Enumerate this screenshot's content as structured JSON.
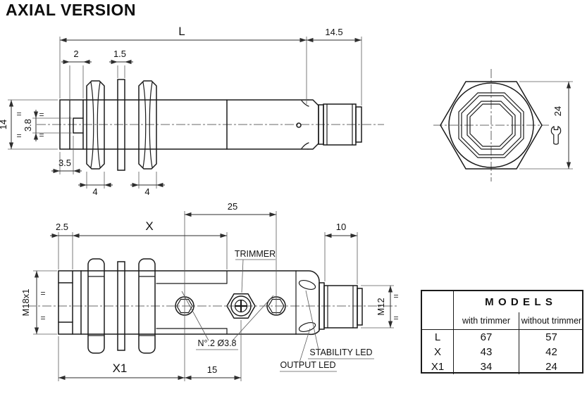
{
  "title": "AXIAL VERSION",
  "colors": {
    "line": "#1a1a1a",
    "dim": "#2e2e2e",
    "background": "#ffffff"
  },
  "top_view": {
    "dim_overall_length": "L",
    "dim_connector_length": "14.5",
    "dim_slot_width": "2",
    "dim_washer_thickness": "1.5",
    "dim_head_height": "14",
    "dim_slot_height": "3.8",
    "dim_face_offset": "3.5",
    "dim_nut1_width": "4",
    "dim_nut2_width": "4",
    "eq_mark": "="
  },
  "end_view": {
    "dim_wrench_size": "24",
    "wrench_icon": "spanner-symbol"
  },
  "bottom_view": {
    "dim_hole_spacing": "25",
    "dim_x": "X",
    "dim_head_offset": "2.5",
    "dim_connector_length": "10",
    "dim_x1": "X1",
    "dim_trimmer_offset": "15",
    "thread_label": "M18x1",
    "connector_label": "M12",
    "trimmer_label": "TRIMMER",
    "holes_label": "N°.2 Ø3.8",
    "stability_led_label": "STABILITY LED",
    "output_led_label": "OUTPUT LED",
    "eq_mark": "="
  },
  "models_table": {
    "title": "MODELS",
    "columns": [
      "with trimmer",
      "without trimmer"
    ],
    "rows": [
      {
        "model": "L",
        "with_trimmer": "67",
        "without_trimmer": "57"
      },
      {
        "model": "X",
        "with_trimmer": "43",
        "without_trimmer": "42"
      },
      {
        "model": "X1",
        "with_trimmer": "34",
        "without_trimmer": "24"
      }
    ]
  }
}
